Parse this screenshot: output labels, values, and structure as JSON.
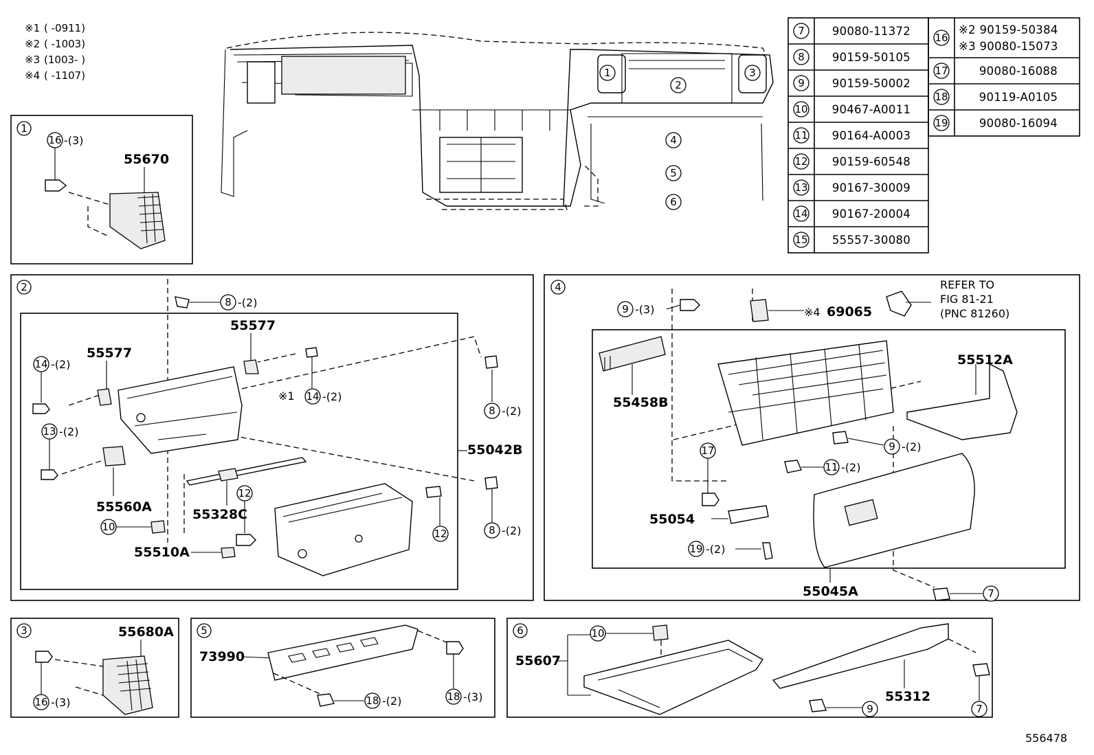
{
  "notes": [
    {
      "mark": "※1",
      "range": "(      -0911)"
    },
    {
      "mark": "※2",
      "range": "(      -1003)"
    },
    {
      "mark": "※3",
      "range": "(1003-      )"
    },
    {
      "mark": "※4",
      "range": "(      -1107)"
    }
  ],
  "parts_table_left": [
    {
      "ref": "7",
      "pn": "90080-11372"
    },
    {
      "ref": "8",
      "pn": "90159-50105"
    },
    {
      "ref": "9",
      "pn": "90159-50002"
    },
    {
      "ref": "10",
      "pn": "90467-A0011"
    },
    {
      "ref": "11",
      "pn": "90164-A0003"
    },
    {
      "ref": "12",
      "pn": "90159-60548"
    },
    {
      "ref": "13",
      "pn": "90167-30009"
    },
    {
      "ref": "14",
      "pn": "90167-20004"
    },
    {
      "ref": "15",
      "pn": "55557-30080"
    }
  ],
  "parts_table_right": [
    {
      "ref": "16",
      "lines": [
        "※2 90159-50384",
        "※3 90080-15073"
      ]
    },
    {
      "ref": "17",
      "lines": [
        "90080-16088"
      ]
    },
    {
      "ref": "18",
      "lines": [
        "90119-A0105"
      ]
    },
    {
      "ref": "19",
      "lines": [
        "90080-16094"
      ]
    }
  ],
  "overview_callouts": [
    "1",
    "2",
    "3",
    "4",
    "5",
    "6"
  ],
  "panel1": {
    "id": "1",
    "part": "55670",
    "fastener": {
      "ref": "16",
      "qty": "-(3)"
    }
  },
  "panel2": {
    "id": "2",
    "labels": {
      "p55577_top": "55577",
      "p55577_left": "55577",
      "p55560a": "55560A",
      "p55328c": "55328C",
      "p55510a": "55510A",
      "p55042b": "55042B",
      "note1": "※1"
    },
    "callouts": [
      {
        "ref": "8",
        "qty": "-(2)"
      },
      {
        "ref": "14",
        "qty": "-(2)"
      },
      {
        "ref": "14",
        "qty": "-(2)"
      },
      {
        "ref": "13",
        "qty": "-(2)"
      },
      {
        "ref": "8",
        "qty": "-(2)"
      },
      {
        "ref": "8",
        "qty": "-(2)"
      },
      {
        "ref": "12",
        "qty": ""
      },
      {
        "ref": "12",
        "qty": ""
      },
      {
        "ref": "10",
        "qty": ""
      }
    ]
  },
  "panel3": {
    "id": "3",
    "part": "55680A",
    "fastener": {
      "ref": "16",
      "qty": "-(3)"
    }
  },
  "panel4": {
    "id": "4",
    "labels": {
      "p69065": "69065",
      "note4": "※4",
      "refer": [
        "REFER TO",
        "FIG 81-21",
        "(PNC 81260)"
      ],
      "p55458b": "55458B",
      "p55512a": "55512A",
      "p55054": "55054",
      "p55045a": "55045A"
    },
    "callouts": [
      {
        "ref": "9",
        "qty": "-(3)"
      },
      {
        "ref": "9",
        "qty": "-(2)"
      },
      {
        "ref": "11",
        "qty": "-(2)"
      },
      {
        "ref": "17",
        "qty": ""
      },
      {
        "ref": "19",
        "qty": "-(2)"
      },
      {
        "ref": "7",
        "qty": ""
      }
    ]
  },
  "panel5": {
    "id": "5",
    "part": "73990",
    "callouts": [
      {
        "ref": "18",
        "qty": "-(3)"
      },
      {
        "ref": "18",
        "qty": "-(2)"
      }
    ]
  },
  "panel6": {
    "id": "6",
    "labels": {
      "p55607": "55607",
      "p55312": "55312"
    },
    "callouts": [
      {
        "ref": "10",
        "qty": ""
      },
      {
        "ref": "9",
        "qty": ""
      },
      {
        "ref": "7",
        "qty": ""
      }
    ]
  },
  "figure_id": "556478"
}
